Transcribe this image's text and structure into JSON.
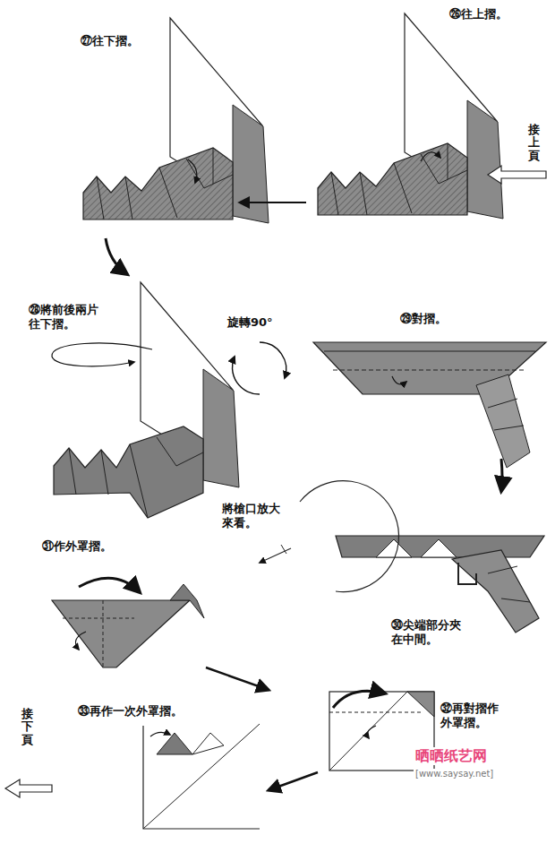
{
  "diagram": {
    "labels": [
      "㉗往下摺。",
      "㉖往上摺。",
      "接上頁",
      "㉘將前後兩片往下摺。",
      "旋轉90°",
      "㉙對摺。",
      "將槍口放大來看。",
      "㉚尖端部分夾在中間。",
      "㉛作外罩摺。",
      "㉜再對摺作外罩摺。",
      "㉝再作一次外罩摺。",
      "接下頁",
      "晒晒纸艺网",
      "[www.saysay.net]"
    ]
  }
}
